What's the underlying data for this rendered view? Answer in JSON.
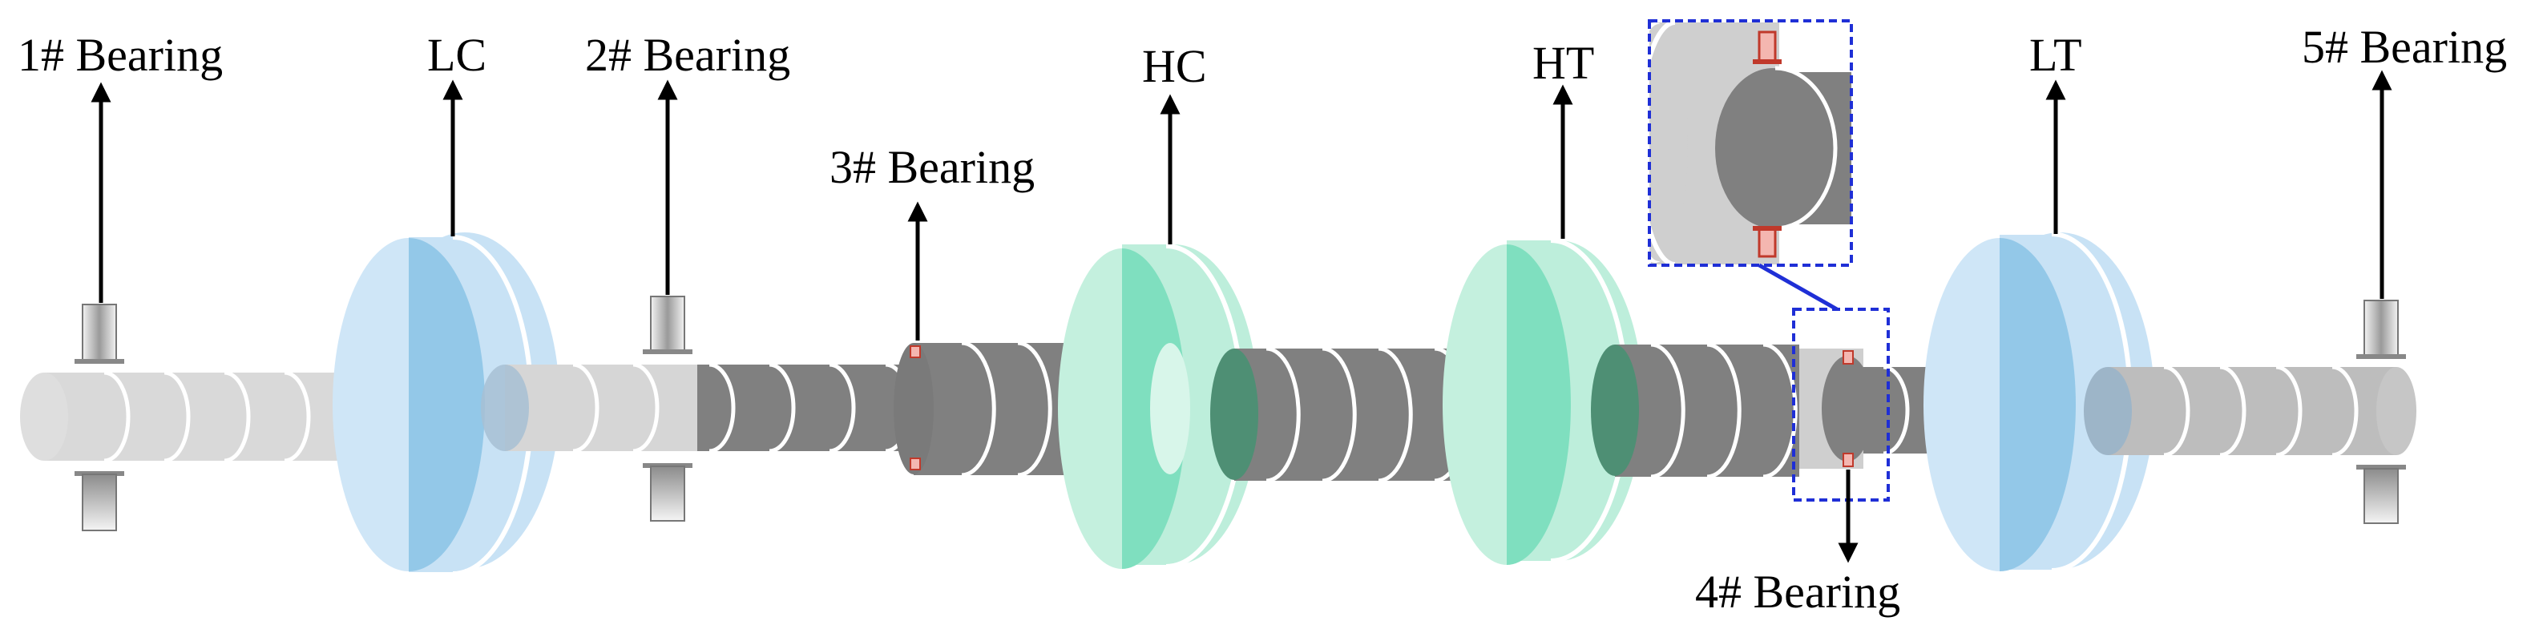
{
  "labels": {
    "bearing1": "1# Bearing",
    "lc": "LC",
    "bearing2": "2# Bearing",
    "bearing3": "3# Bearing",
    "hc": "HC",
    "ht": "HT",
    "lt": "LT",
    "bearing5": "5# Bearing",
    "bearing4": "4# Bearing"
  },
  "colors": {
    "light_shaft": "#d8d8d8",
    "dark_shaft": "#7f7f7f",
    "low_disc": "#c5e0f3",
    "low_disc_face": "#92c9e8",
    "high_disc": "#bdeedb",
    "high_disc_face": "#7fdfbf",
    "bearing_marker": "#f4b6b0",
    "bearing_marker_edge": "#c0392b",
    "zoom_box": "#1f2fd6"
  }
}
